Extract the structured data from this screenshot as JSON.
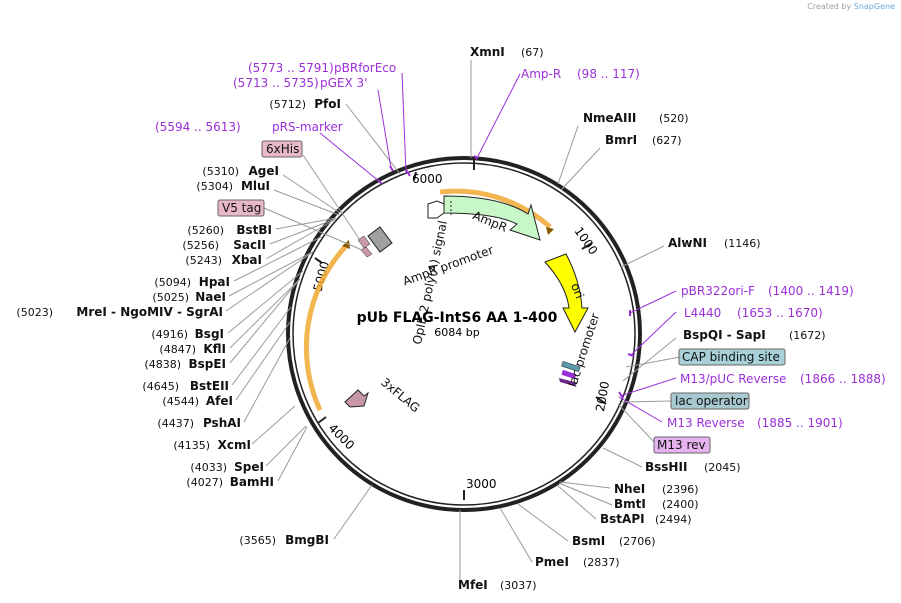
{
  "credit": {
    "prefix": "Created by",
    "brand": "SnapGene"
  },
  "plasmid": {
    "name": "pUb FLAG-IntS6 AA 1-400",
    "size": "6084 bp",
    "length": 6084
  },
  "ticks": [
    "1000",
    "2000",
    "3000",
    "4000",
    "5000",
    "6000"
  ],
  "features": {
    "ampr": "AmpR",
    "ampr_promoter": "AmpR promoter",
    "ori": "ori",
    "lac_promoter": "lac promoter",
    "opie2": "OpIE-2 poly(A) signal",
    "flag": "3xFLAG"
  },
  "enzymes_right": [
    {
      "name": "XmnI",
      "pos": "(67)"
    },
    {
      "name": "NmeAIII",
      "pos": "(520)"
    },
    {
      "name": "BmrI",
      "pos": "(627)"
    },
    {
      "name": "AlwNI",
      "pos": "(1146)"
    },
    {
      "name": "BspQI - SapI",
      "pos": "(1672)"
    },
    {
      "name": "BssHII",
      "pos": "(2045)"
    },
    {
      "name": "NheI",
      "pos": "(2396)"
    },
    {
      "name": "BmtI",
      "pos": "(2400)"
    },
    {
      "name": "BstAPI",
      "pos": "(2494)"
    },
    {
      "name": "BsmI",
      "pos": "(2706)"
    },
    {
      "name": "PmeI",
      "pos": "(2837)"
    },
    {
      "name": "MfeI",
      "pos": "(3037)"
    }
  ],
  "enzymes_left": [
    {
      "name": "PfoI",
      "pos": "(5712)"
    },
    {
      "name": "AgeI",
      "pos": "(5310)"
    },
    {
      "name": "MluI",
      "pos": "(5304)"
    },
    {
      "name": "BstBI",
      "pos": "(5260)"
    },
    {
      "name": "SacII",
      "pos": "(5256)"
    },
    {
      "name": "XbaI",
      "pos": "(5243)"
    },
    {
      "name": "HpaI",
      "pos": "(5094)"
    },
    {
      "name": "NaeI",
      "pos": "(5025)"
    },
    {
      "name": "MreI - NgoMIV - SgrAI",
      "pos": "(5023)"
    },
    {
      "name": "BsgI",
      "pos": "(4916)"
    },
    {
      "name": "KflI",
      "pos": "(4847)"
    },
    {
      "name": "BspEI",
      "pos": "(4838)"
    },
    {
      "name": "BstEII",
      "pos": "(4645)"
    },
    {
      "name": "AfeI",
      "pos": "(4544)"
    },
    {
      "name": "PshAI",
      "pos": "(4437)"
    },
    {
      "name": "XcmI",
      "pos": "(4135)"
    },
    {
      "name": "SpeI",
      "pos": "(4033)"
    },
    {
      "name": "BamHI",
      "pos": "(4027)"
    },
    {
      "name": "BmgBI",
      "pos": "(3565)"
    }
  ],
  "primers": [
    {
      "name": "Amp-R",
      "range": "(98 .. 117)"
    },
    {
      "name": "pBR322ori-F",
      "range": "(1400 .. 1419)"
    },
    {
      "name": "L4440",
      "range": "(1653 .. 1670)"
    },
    {
      "name": "M13/pUC Reverse",
      "range": "(1866 .. 1888)"
    },
    {
      "name": "M13 Reverse",
      "range": "(1885 .. 1901)"
    },
    {
      "name": "pBRforEco",
      "range": "(5773 .. 5791)"
    },
    {
      "name": "pGEX 3'",
      "range": "(5713 .. 5735)"
    },
    {
      "name": "pRS-marker",
      "range": "(5594 .. 5613)"
    }
  ],
  "boxed": [
    {
      "name": "CAP binding site"
    },
    {
      "name": "lac operator"
    },
    {
      "name": "M13 rev"
    },
    {
      "name": "6xHis"
    },
    {
      "name": "V5 tag"
    }
  ],
  "colors": {
    "backbone": "#222222",
    "enzyme_line": "#9a9a9a",
    "primer": "#9b30d9",
    "ampr_fill": "#c8f7c8",
    "ori_fill": "#ffff00",
    "orange": "#f0a830",
    "tag_pink": "#e8b8c8",
    "tag_teal": "#a8d0d8",
    "tag_purple": "#e6b3f0"
  }
}
